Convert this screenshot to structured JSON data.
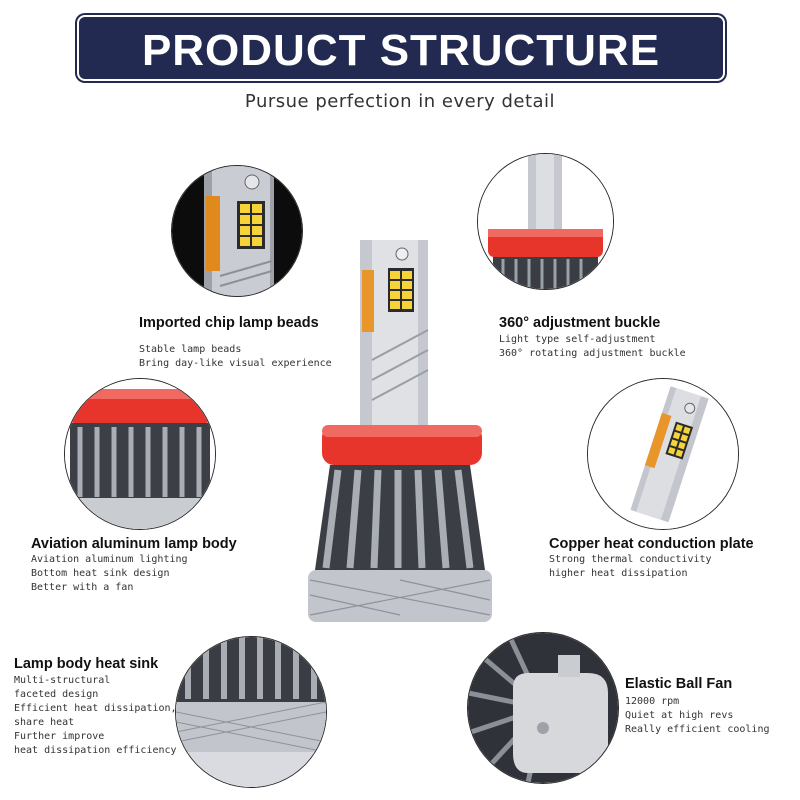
{
  "header": {
    "title": "PRODUCT STRUCTURE",
    "subtitle": "Pursue perfection in every detail"
  },
  "features": [
    {
      "title": "Imported chip lamp beads",
      "lines": [
        "Stable lamp beads",
        "Bring day-like visual experience"
      ]
    },
    {
      "title": "360° adjustment buckle",
      "lines": [
        "Light type self-adjustment",
        "360° rotating adjustment buckle"
      ]
    },
    {
      "title": "Aviation aluminum lamp body",
      "lines": [
        "Aviation aluminum lighting",
        "Bottom heat sink design",
        "Better with a fan"
      ]
    },
    {
      "title": "Copper heat conduction plate",
      "lines": [
        "Strong thermal conductivity",
        "higher heat dissipation"
      ]
    },
    {
      "title": "Lamp body heat sink",
      "lines": [
        "Multi-structural",
        "faceted design",
        "Efficient heat dissipation,",
        "share heat",
        "Further improve",
        "heat dissipation efficiency"
      ]
    },
    {
      "title": "Elastic Ball Fan",
      "lines": [
        "12000 rpm",
        "Quiet at high revs",
        "Really efficient cooling"
      ]
    }
  ],
  "colors": {
    "banner": "#232a52",
    "accent_red": "#e8352c",
    "chip_yellow": "#f7d33a",
    "metal": "#b9bcc2"
  }
}
